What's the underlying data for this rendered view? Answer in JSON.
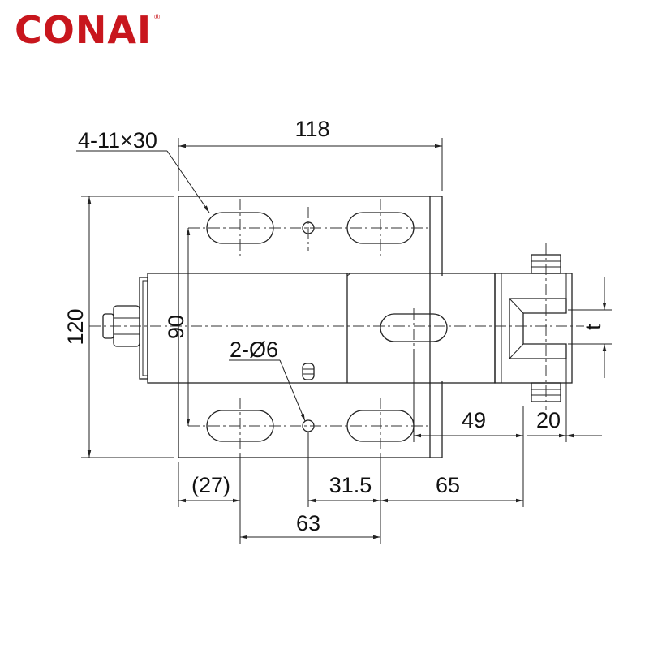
{
  "brand": {
    "name": "CONAI",
    "registered_mark": "®",
    "color": "#c8161d"
  },
  "labels": {
    "slots": "4-11×30",
    "holes": "2-Ø6",
    "width_118": "118",
    "height_120": "120",
    "height_90": "90",
    "dim_27": "(27)",
    "dim_31_5": "31.5",
    "dim_65": "65",
    "dim_63": "63",
    "dim_49": "49",
    "dim_20": "20",
    "thickness": "t"
  }
}
